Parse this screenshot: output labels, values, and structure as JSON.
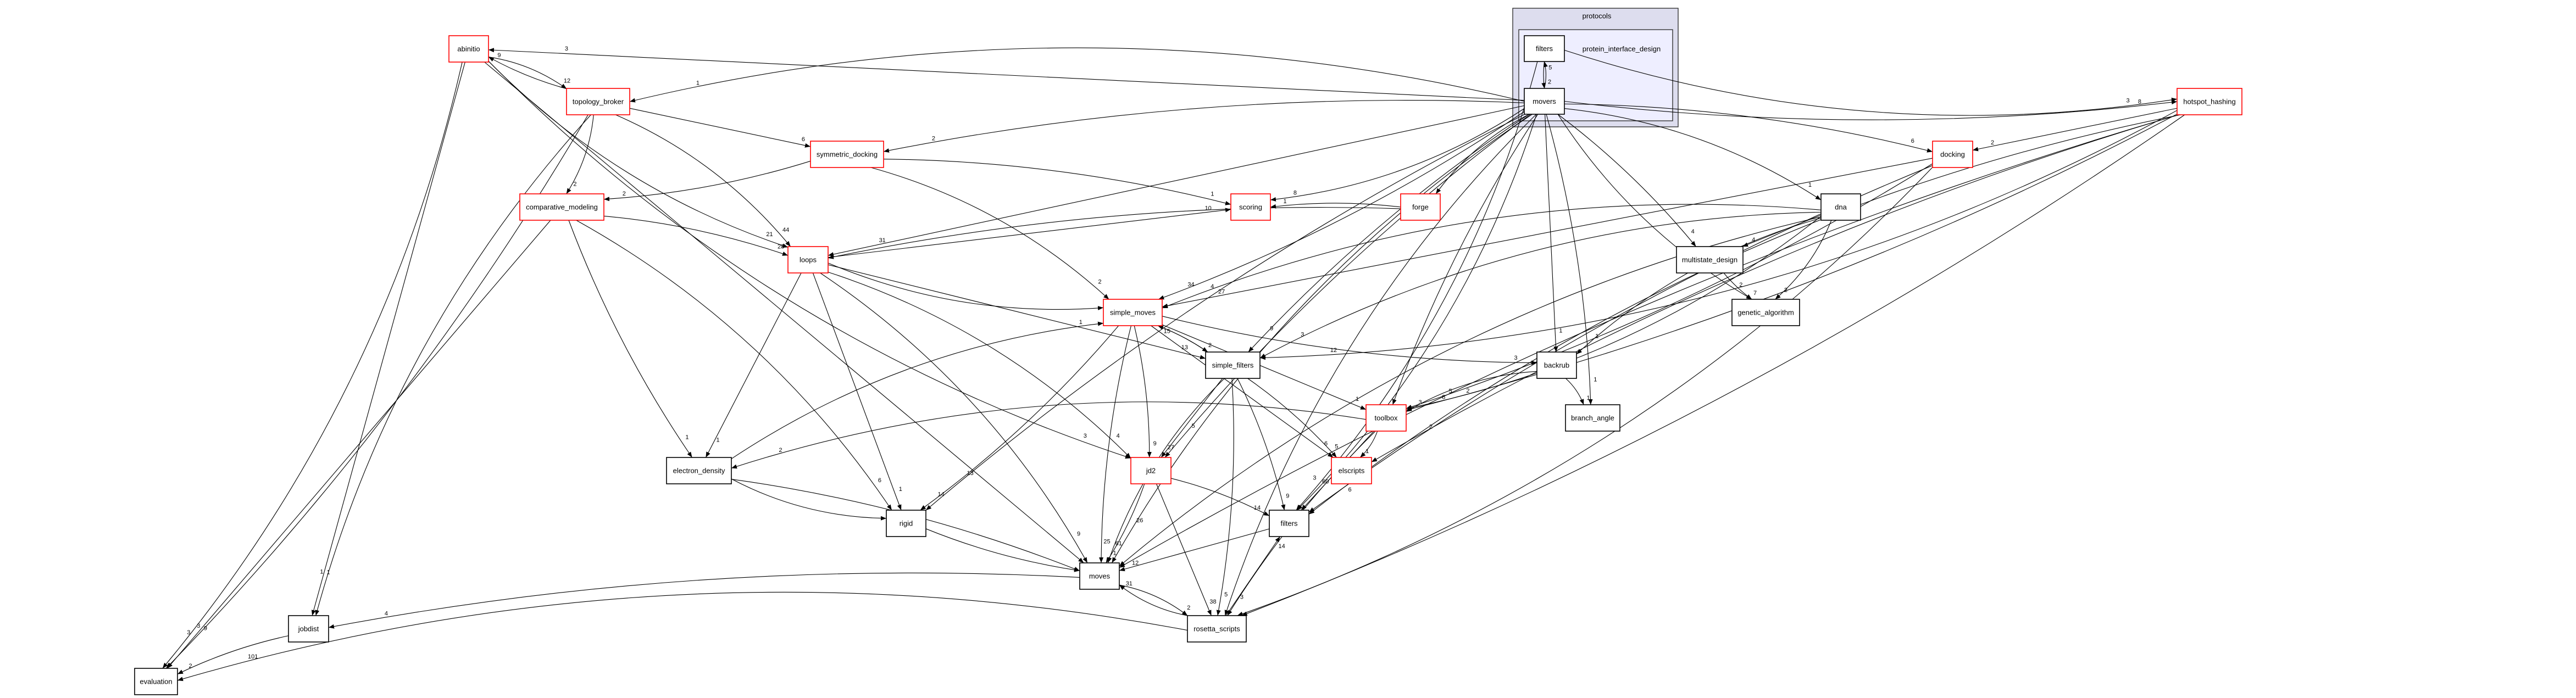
{
  "colors": {
    "background": "#ffffff",
    "outer_cluster_fill": "#ddddee",
    "inner_cluster_fill": "#eeeeff",
    "node_border_with_children": "#ff0000",
    "node_border_leaf": "#000000",
    "edge": "#000000"
  },
  "clusters": {
    "outer": {
      "label": "protocols"
    },
    "inner": {
      "label": "protein_interface_design"
    }
  },
  "nodes": [
    {
      "id": "pid_filters",
      "label": "filters",
      "has_children": false
    },
    {
      "id": "pid_movers",
      "label": "movers",
      "has_children": false
    },
    {
      "id": "abinitio",
      "label": "abinitio",
      "has_children": true
    },
    {
      "id": "topology_broker",
      "label": "topology_broker",
      "has_children": true
    },
    {
      "id": "symmetric_docking",
      "label": "symmetric_docking",
      "has_children": true
    },
    {
      "id": "comparative_modeling",
      "label": "comparative_modeling",
      "has_children": true
    },
    {
      "id": "scoring",
      "label": "scoring",
      "has_children": true
    },
    {
      "id": "forge",
      "label": "forge",
      "has_children": true
    },
    {
      "id": "dna",
      "label": "dna",
      "has_children": false
    },
    {
      "id": "multistate_design",
      "label": "multistate_design",
      "has_children": false
    },
    {
      "id": "genetic_algorithm",
      "label": "genetic_algorithm",
      "has_children": false
    },
    {
      "id": "docking",
      "label": "docking",
      "has_children": true
    },
    {
      "id": "hotspot_hashing",
      "label": "hotspot_hashing",
      "has_children": true
    },
    {
      "id": "loops",
      "label": "loops",
      "has_children": true
    },
    {
      "id": "simple_moves",
      "label": "simple_moves",
      "has_children": true
    },
    {
      "id": "simple_filters",
      "label": "simple_filters",
      "has_children": false
    },
    {
      "id": "toolbox",
      "label": "toolbox",
      "has_children": true
    },
    {
      "id": "backrub",
      "label": "backrub",
      "has_children": false
    },
    {
      "id": "branch_angle",
      "label": "branch_angle",
      "has_children": false
    },
    {
      "id": "electron_density",
      "label": "electron_density",
      "has_children": false
    },
    {
      "id": "jd2",
      "label": "jd2",
      "has_children": true
    },
    {
      "id": "elscripts",
      "label": "elscripts",
      "has_children": true
    },
    {
      "id": "rigid",
      "label": "rigid",
      "has_children": false
    },
    {
      "id": "filters",
      "label": "filters",
      "has_children": false
    },
    {
      "id": "moves",
      "label": "moves",
      "has_children": false
    },
    {
      "id": "jobdist",
      "label": "jobdist",
      "has_children": false
    },
    {
      "id": "rosetta_scripts",
      "label": "rosetta_scripts",
      "has_children": false
    },
    {
      "id": "evaluation",
      "label": "evaluation",
      "has_children": false
    }
  ],
  "edges": [
    {
      "from": "abinitio",
      "to": "topology_broker",
      "count": "12"
    },
    {
      "from": "topology_broker",
      "to": "abinitio",
      "count": "9"
    },
    {
      "from": "pid_movers",
      "to": "abinitio",
      "count": "3"
    },
    {
      "from": "pid_filters",
      "to": "pid_movers",
      "count": "2"
    },
    {
      "from": "pid_movers",
      "to": "pid_filters",
      "count": "5"
    },
    {
      "from": "topology_broker",
      "to": "comparative_modeling",
      "count": "2"
    },
    {
      "from": "symmetric_docking",
      "to": "comparative_modeling",
      "count": "2"
    },
    {
      "from": "topology_broker",
      "to": "symmetric_docking",
      "count": "6"
    },
    {
      "from": "pid_movers",
      "to": "symmetric_docking",
      "count": "2"
    },
    {
      "from": "pid_movers",
      "to": "topology_broker",
      "count": "1"
    },
    {
      "from": "pid_movers",
      "to": "dna",
      "count": "1"
    },
    {
      "from": "pid_movers",
      "to": "multistate_design",
      "count": "4"
    },
    {
      "from": "dna",
      "to": "multistate_design",
      "count": "4"
    },
    {
      "from": "multistate_design",
      "to": "genetic_algorithm",
      "count": "7"
    },
    {
      "from": "pid_movers",
      "to": "genetic_algorithm",
      "count": "2"
    },
    {
      "from": "dna",
      "to": "genetic_algorithm",
      "count": "2"
    },
    {
      "from": "pid_movers",
      "to": "docking",
      "count": "6"
    },
    {
      "from": "hotspot_hashing",
      "to": "docking",
      "count": "2"
    },
    {
      "from": "pid_movers",
      "to": "hotspot_hashing",
      "count": "8"
    },
    {
      "from": "pid_filters",
      "to": "hotspot_hashing",
      "count": "3"
    },
    {
      "from": "backrub",
      "to": "branch_angle",
      "count": "1"
    },
    {
      "from": "pid_movers",
      "to": "branch_angle",
      "count": "1"
    },
    {
      "from": "pid_movers",
      "to": "backrub",
      "count": "1"
    },
    {
      "from": "simple_moves",
      "to": "backrub",
      "count": "3"
    },
    {
      "from": "dna",
      "to": "backrub",
      "count": "1"
    },
    {
      "from": "toolbox",
      "to": "elscripts",
      "count": "1"
    },
    {
      "from": "simple_filters",
      "to": "elscripts",
      "count": "5"
    },
    {
      "from": "simple_moves",
      "to": "elscripts",
      "count": "6"
    },
    {
      "from": "hotspot_hashing",
      "to": "elscripts",
      "count": "2"
    },
    {
      "from": "pid_movers",
      "to": "forge",
      "count": ""
    },
    {
      "from": "pid_movers",
      "to": "scoring",
      "count": "8"
    },
    {
      "from": "symmetric_docking",
      "to": "scoring",
      "count": "1"
    },
    {
      "from": "loops",
      "to": "scoring",
      "count": "10"
    },
    {
      "from": "forge",
      "to": "scoring",
      "count": "1"
    },
    {
      "from": "abinitio",
      "to": "loops",
      "count": "21"
    },
    {
      "from": "topology_broker",
      "to": "loops",
      "count": "44"
    },
    {
      "from": "comparative_modeling",
      "to": "loops",
      "count": "28"
    },
    {
      "from": "pid_movers",
      "to": "loops",
      "count": "31"
    },
    {
      "from": "forge",
      "to": "loops",
      "count": ""
    },
    {
      "from": "loops",
      "to": "simple_moves",
      "count": ""
    },
    {
      "from": "symmetric_docking",
      "to": "simple_moves",
      "count": "2"
    },
    {
      "from": "pid_movers",
      "to": "simple_moves",
      "count": "34"
    },
    {
      "from": "docking",
      "to": "simple_moves",
      "count": "27"
    },
    {
      "from": "simple_filters",
      "to": "simple_moves",
      "count": "15"
    },
    {
      "from": "dna",
      "to": "simple_moves",
      "count": "4"
    },
    {
      "from": "electron_density",
      "to": "simple_moves",
      "count": "1"
    },
    {
      "from": "simple_moves",
      "to": "simple_filters",
      "count": "2"
    },
    {
      "from": "loops",
      "to": "simple_filters",
      "count": "13"
    },
    {
      "from": "pid_movers",
      "to": "simple_filters",
      "count": "9"
    },
    {
      "from": "dna",
      "to": "simple_filters",
      "count": "3"
    },
    {
      "from": "hotspot_hashing",
      "to": "simple_filters",
      "count": "12"
    },
    {
      "from": "docking",
      "to": "toolbox",
      "count": "5"
    },
    {
      "from": "simple_moves",
      "to": "toolbox",
      "count": "1"
    },
    {
      "from": "pid_movers",
      "to": "toolbox",
      "count": ""
    },
    {
      "from": "backrub",
      "to": "toolbox",
      "count": "3"
    },
    {
      "from": "dna",
      "to": "toolbox",
      "count": "8"
    },
    {
      "from": "hotspot_hashing",
      "to": "toolbox",
      "count": "2"
    },
    {
      "from": "loops",
      "to": "electron_density",
      "count": "1"
    },
    {
      "from": "comparative_modeling",
      "to": "electron_density",
      "count": "1"
    },
    {
      "from": "toolbox",
      "to": "electron_density",
      "count": "2"
    },
    {
      "from": "loops",
      "to": "jd2",
      "count": "4"
    },
    {
      "from": "simple_moves",
      "to": "jd2",
      "count": "9"
    },
    {
      "from": "simple_filters",
      "to": "jd2",
      "count": "27"
    },
    {
      "from": "pid_movers",
      "to": "jd2",
      "count": "5"
    },
    {
      "from": "abinitio",
      "to": "jd2",
      "count": "3"
    },
    {
      "from": "comparative_modeling",
      "to": "rigid",
      "count": "6"
    },
    {
      "from": "simple_moves",
      "to": "rigid",
      "count": "14"
    },
    {
      "from": "loops",
      "to": "rigid",
      "count": "1"
    },
    {
      "from": "pid_movers",
      "to": "rigid",
      "count": "13"
    },
    {
      "from": "electron_density",
      "to": "rigid",
      "count": ""
    },
    {
      "from": "pid_movers",
      "to": "filters",
      "count": "60"
    },
    {
      "from": "simple_filters",
      "to": "filters",
      "count": "9"
    },
    {
      "from": "toolbox",
      "to": "filters",
      "count": ""
    },
    {
      "from": "docking",
      "to": "filters",
      "count": "6"
    },
    {
      "from": "hotspot_hashing",
      "to": "filters",
      "count": ""
    },
    {
      "from": "pid_filters",
      "to": "filters",
      "count": "3"
    },
    {
      "from": "jd2",
      "to": "filters",
      "count": "14"
    },
    {
      "from": "rosetta_scripts",
      "to": "filters",
      "count": "14"
    },
    {
      "from": "simple_moves",
      "to": "moves",
      "count": "25"
    },
    {
      "from": "simple_filters",
      "to": "moves",
      "count": "61"
    },
    {
      "from": "loops",
      "to": "moves",
      "count": "9"
    },
    {
      "from": "jd2",
      "to": "moves",
      "count": "1"
    },
    {
      "from": "filters",
      "to": "moves",
      "count": "12"
    },
    {
      "from": "rigid",
      "to": "moves",
      "count": ""
    },
    {
      "from": "pid_movers",
      "to": "moves",
      "count": "26"
    },
    {
      "from": "rosetta_scripts",
      "to": "moves",
      "count": "31"
    },
    {
      "from": "electron_density",
      "to": "moves",
      "count": ""
    },
    {
      "from": "abinitio",
      "to": "moves",
      "count": ""
    },
    {
      "from": "hotspot_hashing",
      "to": "moves",
      "count": ""
    },
    {
      "from": "dna",
      "to": "moves",
      "count": ""
    },
    {
      "from": "moves",
      "to": "rosetta_scripts",
      "count": "2"
    },
    {
      "from": "simple_filters",
      "to": "rosetta_scripts",
      "count": "5"
    },
    {
      "from": "jd2",
      "to": "rosetta_scripts",
      "count": "38"
    },
    {
      "from": "toolbox",
      "to": "rosetta_scripts",
      "count": "3"
    },
    {
      "from": "pid_movers",
      "to": "rosetta_scripts",
      "count": ""
    },
    {
      "from": "docking",
      "to": "rosetta_scripts",
      "count": ""
    },
    {
      "from": "hotspot_hashing",
      "to": "rosetta_scripts",
      "count": ""
    },
    {
      "from": "abinitio",
      "to": "jobdist",
      "count": "1"
    },
    {
      "from": "moves",
      "to": "jobdist",
      "count": "4"
    },
    {
      "from": "topology_broker",
      "to": "jobdist",
      "count": "1"
    },
    {
      "from": "abinitio",
      "to": "evaluation",
      "count": "3"
    },
    {
      "from": "topology_broker",
      "to": "evaluation",
      "count": "9"
    },
    {
      "from": "comparative_modeling",
      "to": "evaluation",
      "count": "3"
    },
    {
      "from": "jobdist",
      "to": "evaluation",
      "count": "2"
    },
    {
      "from": "rosetta_scripts",
      "to": "evaluation",
      "count": "101"
    }
  ]
}
